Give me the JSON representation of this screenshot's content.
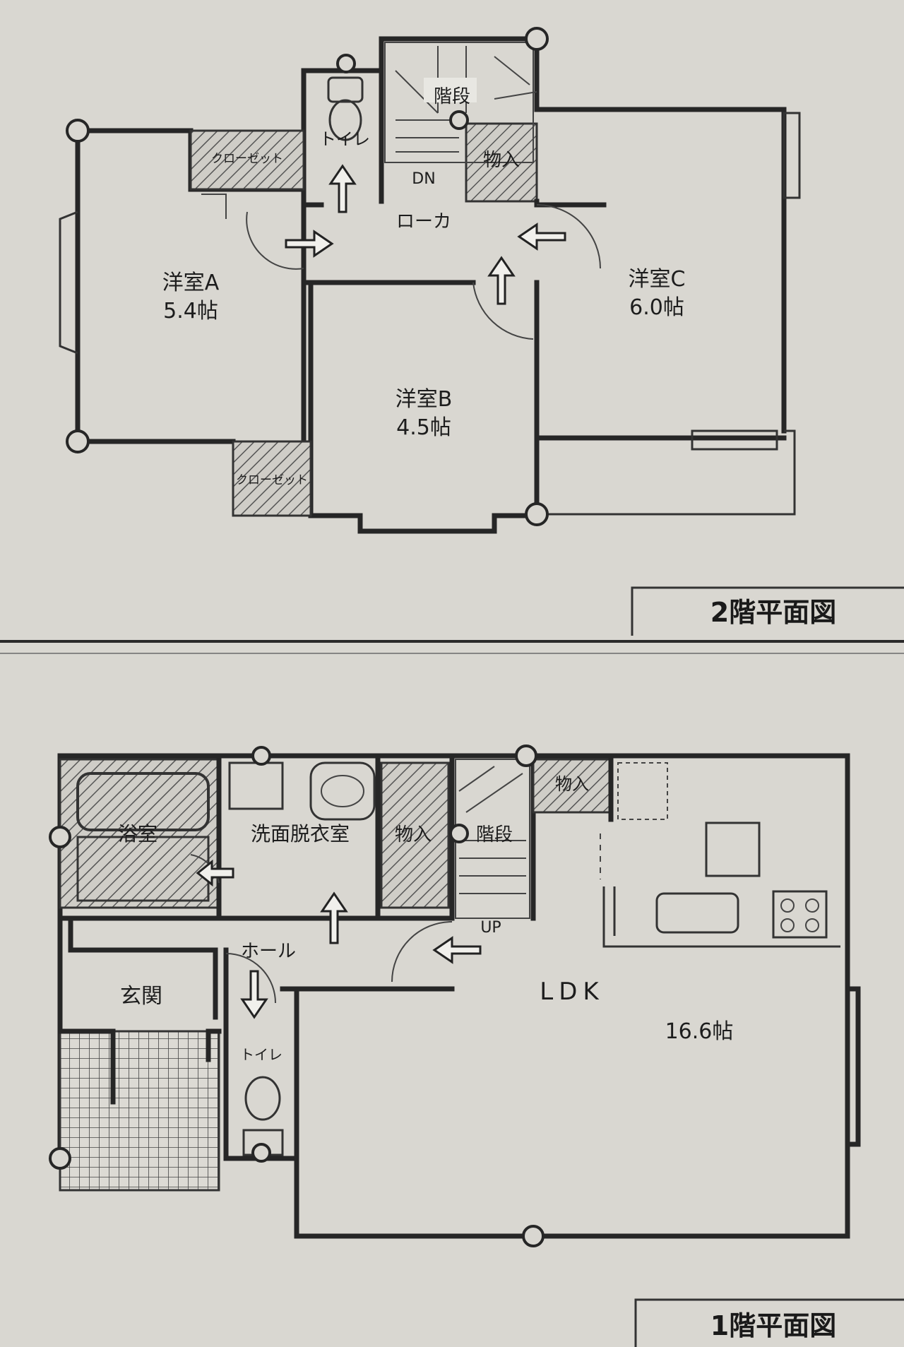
{
  "floor2": {
    "title": "2階平面図",
    "rooms": {
      "room_a": {
        "name": "洋室A",
        "size": "5.4帖"
      },
      "room_b": {
        "name": "洋室B",
        "size": "4.5帖"
      },
      "room_c": {
        "name": "洋室C",
        "size": "6.0帖"
      },
      "closet_1": "クローゼット",
      "closet_2": "クローゼット",
      "toilet": "トイレ",
      "stairs": "階段",
      "storage": "物入",
      "hall": "ローカ",
      "stairs_dir": "DN"
    }
  },
  "floor1": {
    "title": "1階平面図",
    "rooms": {
      "bath": "浴室",
      "washroom": "洗面脱衣室",
      "storage_1": "物入",
      "stairs": "階段",
      "storage_2": "物入",
      "hall": "ホール",
      "entrance": "玄関",
      "toilet": "トイレ",
      "ldk": "LDK",
      "ldk_size": "16.6帖",
      "stairs_dir": "UP"
    }
  }
}
